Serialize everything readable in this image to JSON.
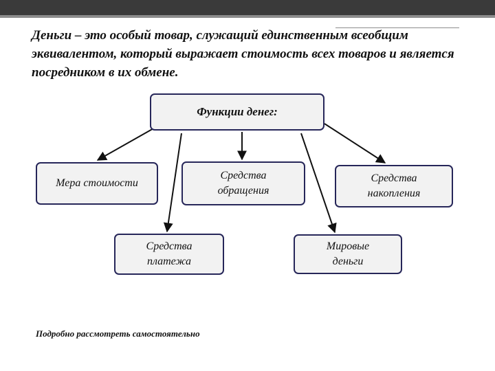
{
  "definition_text": "Деньги – это особый товар, служащий единственным всеобщим эквивалентом, который выражает стоимость всех товаров и является посредником в их обмене.",
  "diagram": {
    "root": "Функции денег:",
    "measure_of_value": "Мера стоимости",
    "circulation": {
      "line1": "Средства",
      "line2": "обращения"
    },
    "accumulation": {
      "line1": "Средства",
      "line2": "накопления"
    },
    "payment": {
      "line1": "Средства",
      "line2": "платежа"
    },
    "world_money": {
      "line1": "Мировые",
      "line2": "деньги"
    }
  },
  "note": "Подробно рассмотреть самостоятельно",
  "colors": {
    "header_bar": "#3a3a3a",
    "box_fill": "#f2f2f2",
    "box_border": "#262659",
    "arrow": "#111111"
  }
}
